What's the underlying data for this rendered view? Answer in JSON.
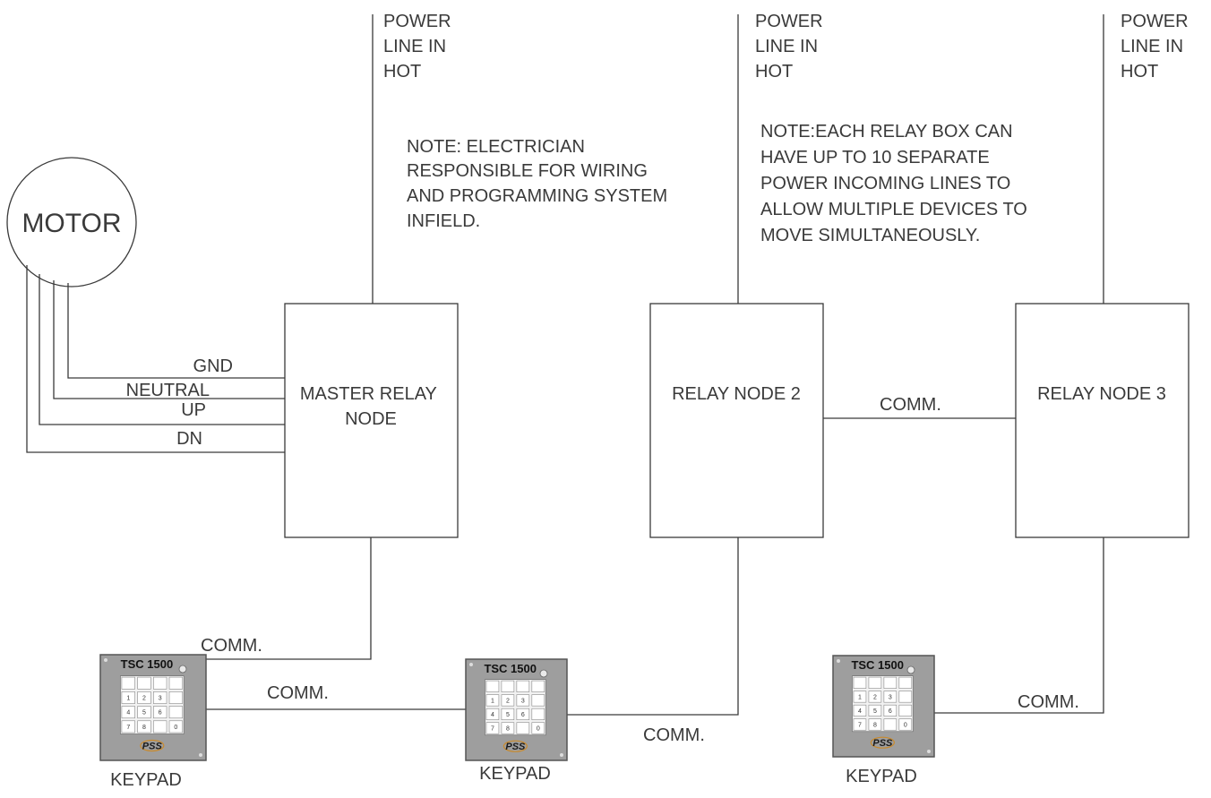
{
  "motor": {
    "label": "MOTOR"
  },
  "power_lines": [
    {
      "lines": [
        "POWER",
        "LINE IN",
        "HOT"
      ]
    },
    {
      "lines": [
        "POWER",
        "LINE IN",
        "HOT"
      ]
    },
    {
      "lines": [
        "POWER",
        "LINE IN",
        "HOT"
      ]
    }
  ],
  "notes": [
    {
      "lines": [
        "NOTE: ELECTRICIAN",
        "RESPONSIBLE FOR WIRING",
        "AND PROGRAMMING SYSTEM",
        "INFIELD."
      ]
    },
    {
      "lines": [
        "NOTE:EACH RELAY BOX CAN",
        "HAVE UP TO 10 SEPARATE",
        "POWER INCOMING LINES TO",
        "ALLOW MULTIPLE DEVICES TO",
        "MOVE SIMULTANEOUSLY."
      ]
    }
  ],
  "wires": {
    "gnd": "GND",
    "neutral": "NEUTRAL",
    "up": "UP",
    "dn": "DN"
  },
  "nodes": [
    {
      "lines": [
        "MASTER RELAY",
        "NODE"
      ]
    },
    {
      "lines": [
        "RELAY NODE 2"
      ]
    },
    {
      "lines": [
        "RELAY NODE 3"
      ]
    }
  ],
  "comm_label": "COMM.",
  "keypads": [
    {
      "model": "TSC 1500",
      "label": "KEYPAD",
      "brand": "PSS"
    },
    {
      "model": "TSC 1500",
      "label": "KEYPAD",
      "brand": "PSS"
    },
    {
      "model": "TSC 1500",
      "label": "KEYPAD",
      "brand": "PSS"
    }
  ],
  "keypad_keys": [
    "",
    "",
    "",
    "",
    "1",
    "2",
    "3",
    "",
    "4",
    "5",
    "6",
    "",
    "7",
    "8",
    "",
    "0"
  ],
  "colors": {
    "line": "#3a3a3a",
    "keypad_body": "#9e9e9e",
    "keypad_face": "#f2f2f2"
  }
}
